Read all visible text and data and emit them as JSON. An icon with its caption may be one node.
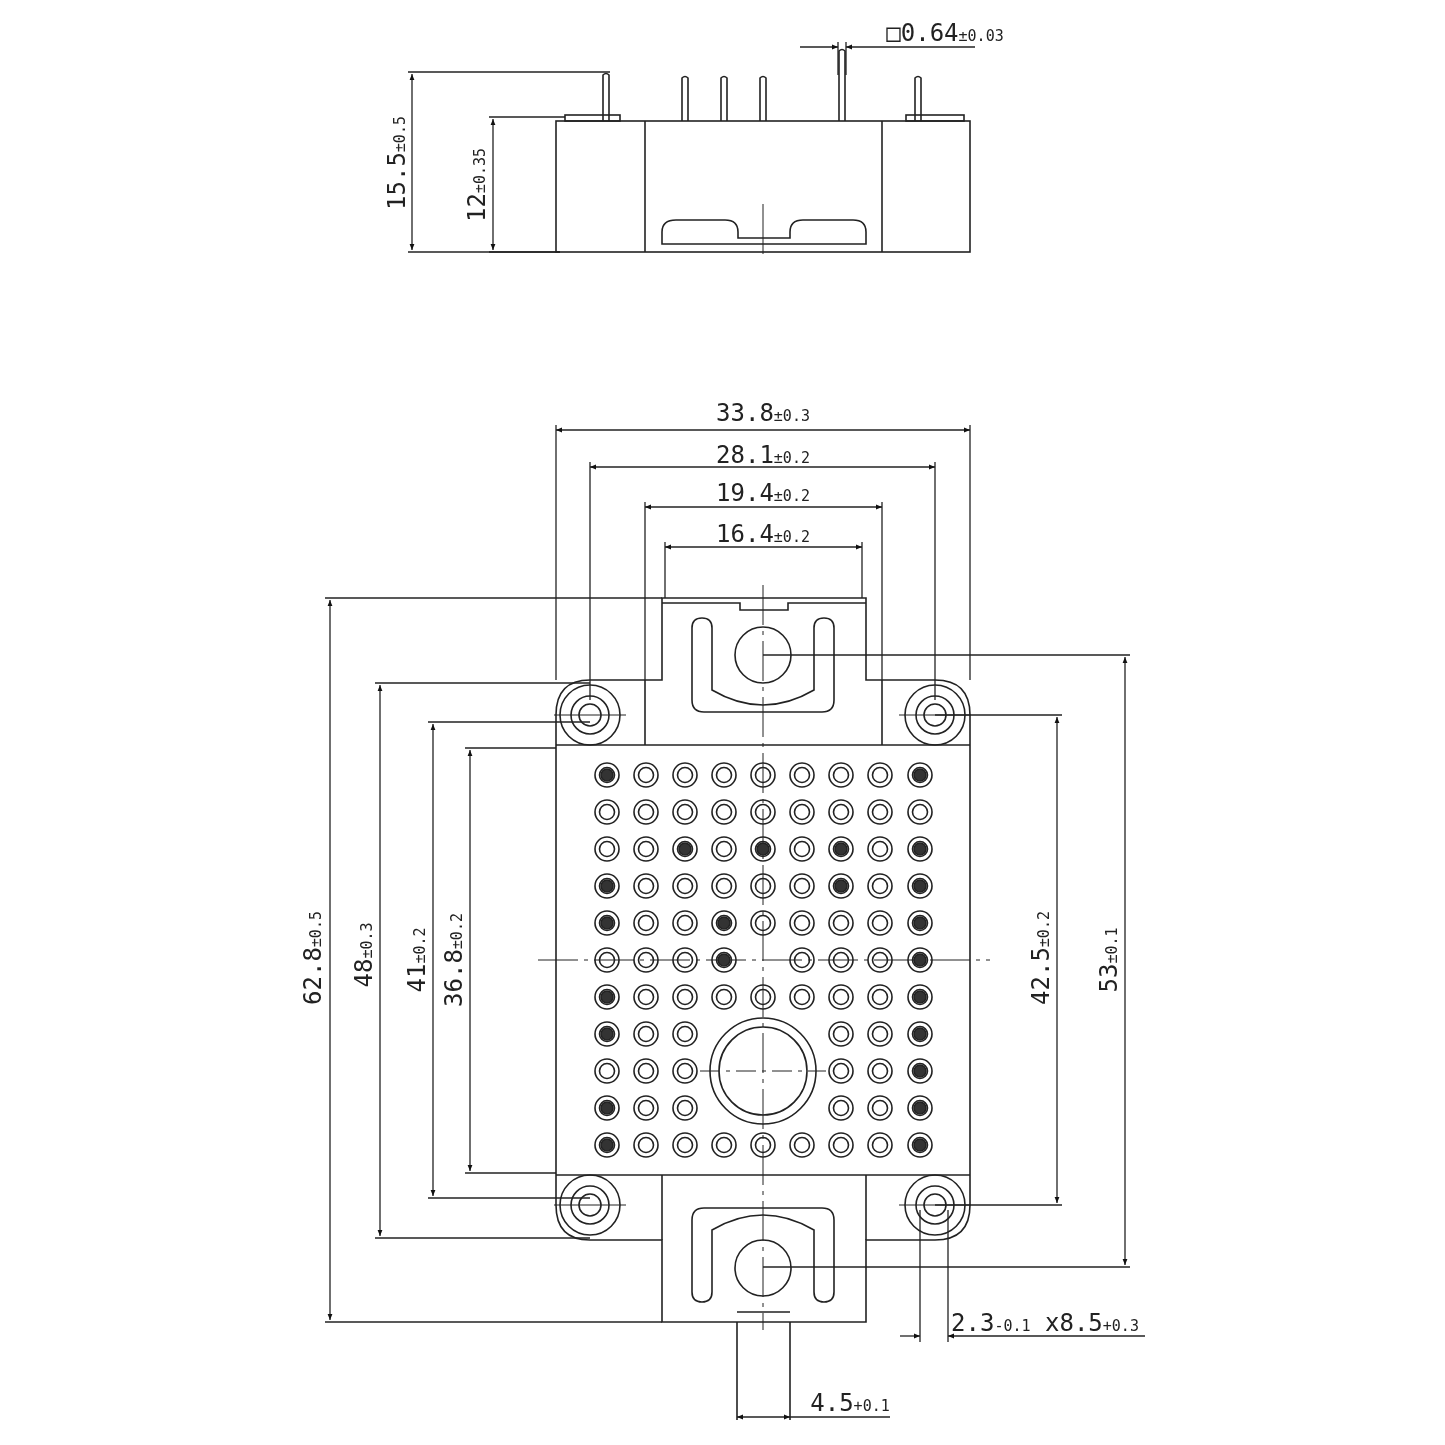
{
  "diagram": {
    "labels": [
      "□0.64$_{±0.03}$",
      "15.5$_{±0.5}$",
      "12$_{±0.35}$",
      "33.8$_{±0.3}$",
      "28.1$_{±0.2}$",
      "19.4$_{±0.2}$",
      "16.4$_{±0.2}$",
      "62.8$_{±0.5}$",
      "48$_{±0.3}$",
      "41$_{±0.2}$",
      "36.8$_{±0.2}$",
      "42.5$_{±0.2}$",
      "53$_{±0.1}$",
      "2.3$_{-0.1}$ x8.5$_{+0.3}$",
      "4.5$_{+0.1}$"
    ]
  }
}
